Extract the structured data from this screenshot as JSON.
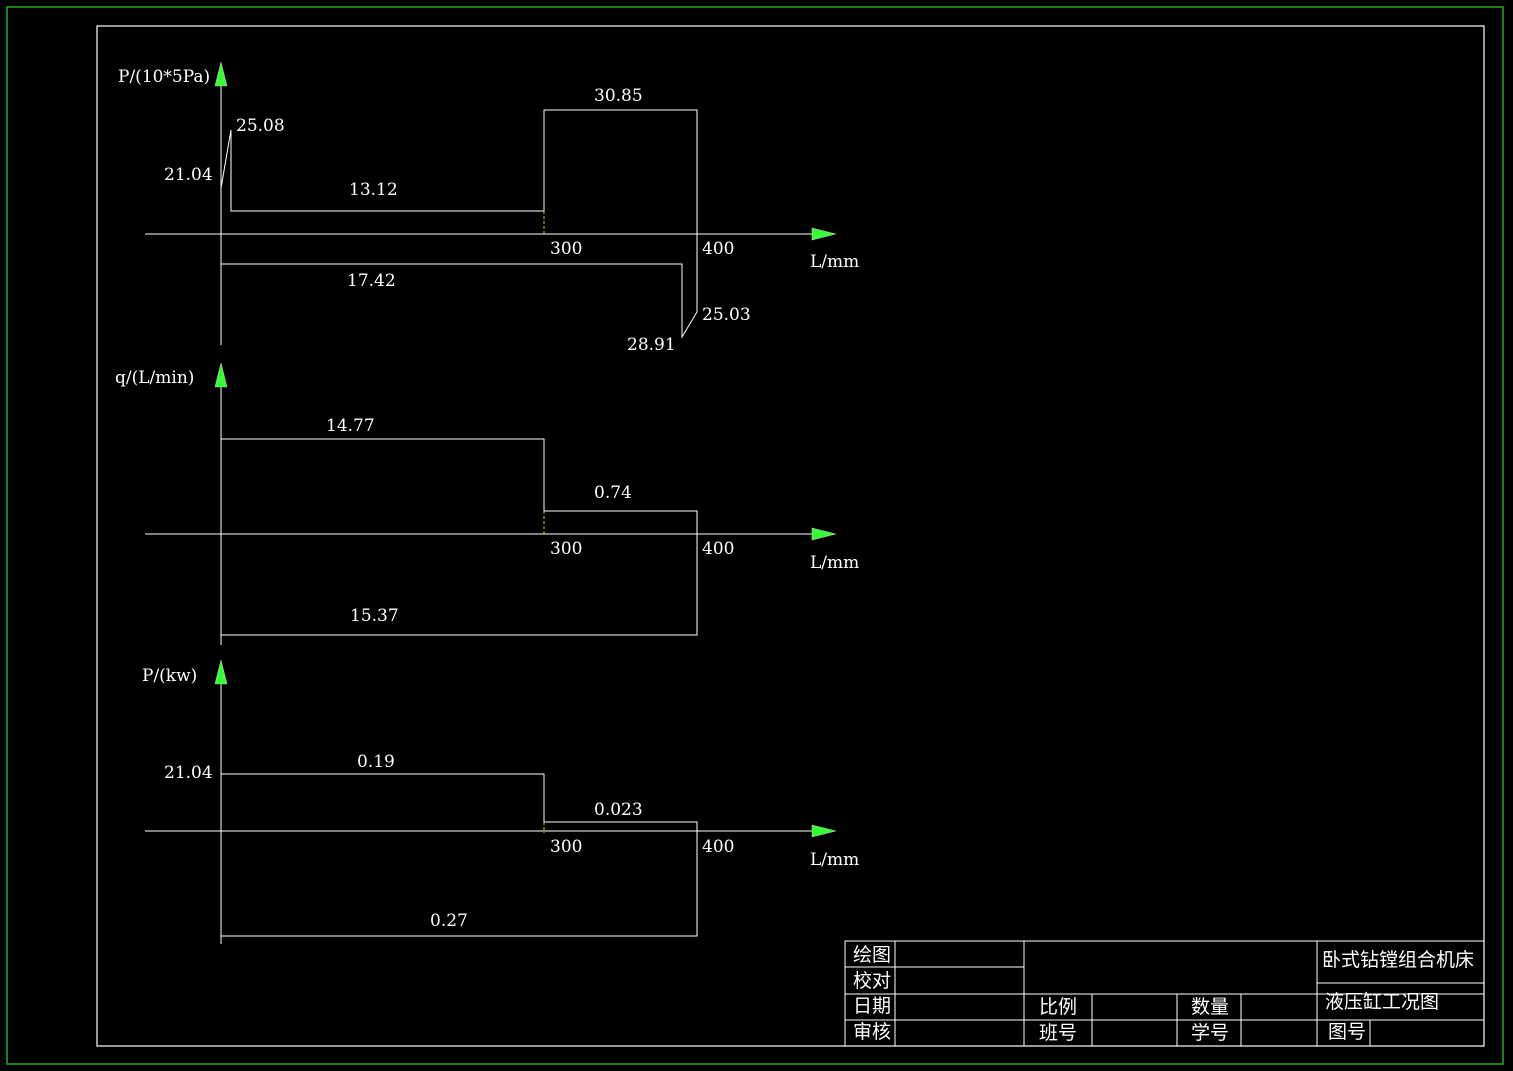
{
  "colors": {
    "background": "#000000",
    "line": "#ffffff",
    "frame": "#22aa22",
    "arrow": "#33ff33",
    "marker": "#cccc33"
  },
  "charts": {
    "pressure": {
      "ylabel": "P/(10*5Pa)",
      "xlabel": "L/mm",
      "ticks": [
        "300",
        "400"
      ],
      "values": {
        "start": "21.04",
        "peak": "25.08",
        "work": "13.12",
        "fast_feed": "30.85",
        "return": "17.42",
        "return_peak": "28.91",
        "return_end": "25.03"
      }
    },
    "flow": {
      "ylabel": "q/(L/min)",
      "xlabel": "L/mm",
      "ticks": [
        "300",
        "400"
      ],
      "values": {
        "fast": "14.77",
        "work": "0.74",
        "return": "15.37"
      }
    },
    "power": {
      "ylabel": "P/(kw)",
      "xlabel": "L/mm",
      "ticks": [
        "300",
        "400"
      ],
      "values": {
        "ref": "21.04",
        "fast": "0.19",
        "work": "0.023",
        "return": "0.27"
      }
    }
  },
  "title_block": {
    "draw": "绘图",
    "check": "校对",
    "date": "日期",
    "review": "审核",
    "scale": "比例",
    "class_no": "班号",
    "quantity": "数量",
    "student_no": "学号",
    "machine": "卧式钻镗组合机床",
    "drawing_name": "液压缸工况图",
    "drawing_no": "图号"
  }
}
